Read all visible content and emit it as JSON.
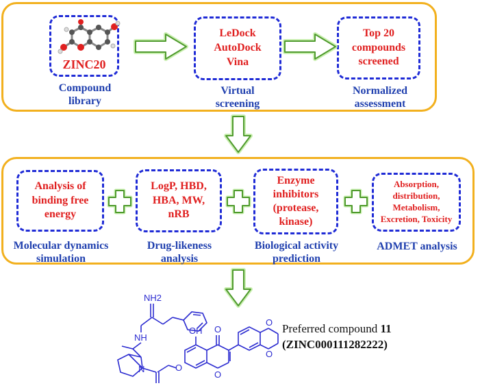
{
  "top_row": {
    "compound_library": {
      "box_label": "ZINC20",
      "caption_lines": [
        "Compound",
        "library"
      ]
    },
    "virtual_screening": {
      "box_lines": [
        "LeDock",
        "AutoDock",
        "Vina"
      ],
      "caption_lines": [
        "Virtual",
        "screening"
      ]
    },
    "normalized_assessment": {
      "box_lines": [
        "Top 20",
        "compounds",
        "screened"
      ],
      "caption_lines": [
        "Normalized",
        "assessment"
      ]
    }
  },
  "bottom_row": {
    "molecular_dynamics": {
      "box_lines": [
        "Analysis of",
        "binding free",
        "energy"
      ],
      "caption_lines": [
        "Molecular dynamics",
        "simulation"
      ]
    },
    "drug_likeness": {
      "box_lines": [
        "LogP, HBD,",
        "HBA, MW,",
        "nRB"
      ],
      "caption_lines": [
        "Drug-likeness",
        "analysis"
      ]
    },
    "biological_activity": {
      "box_lines": [
        "Enzyme",
        "inhibitors",
        "(protease,",
        "kinase)"
      ],
      "caption_lines": [
        "Biological activity",
        "prediction"
      ]
    },
    "admet": {
      "box_lines": [
        "Absorption,",
        "distribution,",
        "Metabolism,",
        "Excretion, Toxicity"
      ],
      "caption_lines": [
        "ADMET analysis"
      ]
    }
  },
  "structure_atoms": {
    "amide_nh2": "NH2",
    "nh": "NH",
    "n": "N",
    "oh": "OH",
    "o": "O"
  },
  "preferred": {
    "prefix": "Preferred compound ",
    "number": "11",
    "id": "(ZINC000111282222)"
  },
  "colors": {
    "frame": "#f2b01e",
    "dashed_box": "#1f2bd6",
    "box_text": "#e01f1f",
    "caption": "#1f3fae",
    "arrow_fill": "#ffffff",
    "arrow_stroke": "#4f9a2d",
    "arrow_glow": "#c9efb0",
    "structure": "#2b2bd0"
  }
}
